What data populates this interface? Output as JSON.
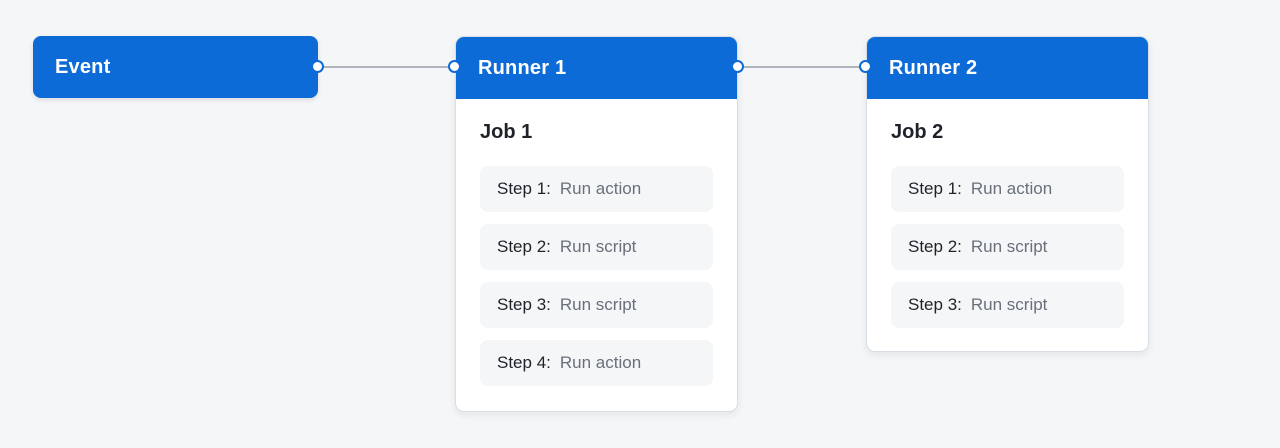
{
  "diagram": {
    "type": "workflow",
    "colors": {
      "accent_blue": "#0d6bd8",
      "background": "#f5f6f8",
      "card_background": "#ffffff",
      "step_pill_background": "#f4f6f8",
      "edge_line": "#b0b6bd",
      "card_border": "#d9dee4",
      "title_text": "#1f2329",
      "muted_text": "#69707a",
      "header_text": "#ffffff"
    },
    "event": {
      "title": "Event"
    },
    "runner1": {
      "title": "Runner 1",
      "job": {
        "title": "Job 1"
      },
      "steps": [
        {
          "label": "Step 1:",
          "value": "Run action"
        },
        {
          "label": "Step 2:",
          "value": "Run script"
        },
        {
          "label": "Step 3:",
          "value": "Run script"
        },
        {
          "label": "Step 4:",
          "value": "Run action"
        }
      ]
    },
    "runner2": {
      "title": "Runner 2",
      "job": {
        "title": "Job 2"
      },
      "steps": [
        {
          "label": "Step 1:",
          "value": "Run action"
        },
        {
          "label": "Step 2:",
          "value": "Run script"
        },
        {
          "label": "Step 3:",
          "value": "Run script"
        }
      ]
    }
  }
}
